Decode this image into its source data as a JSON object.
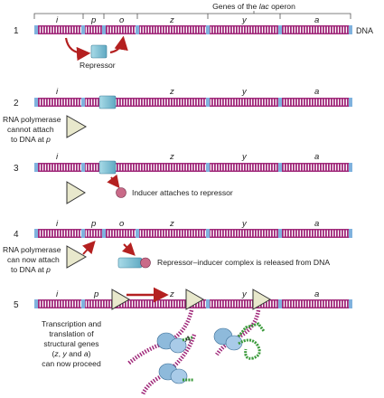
{
  "header": {
    "text_a": "Genes of the ",
    "text_lac": "lac",
    "text_b": " operon"
  },
  "dna_label": "DNA",
  "genes": {
    "i": "i",
    "p": "p",
    "o": "o",
    "z": "z",
    "y": "y",
    "a": "a"
  },
  "steps": {
    "s1": {
      "num": "1",
      "repressor": "Repressor"
    },
    "s2": {
      "num": "2",
      "rnap_l1": "RNA polymerase",
      "rnap_l2": "cannot attach",
      "rnap_l3a": "to DNA at ",
      "rnap_l3b": "p"
    },
    "s3": {
      "num": "3",
      "inducer": "Inducer attaches to repressor"
    },
    "s4": {
      "num": "4",
      "rnap_l1": "RNA polymerase",
      "rnap_l2": "can now attach",
      "rnap_l3a": "to DNA at ",
      "rnap_l3b": "p",
      "complex": "Repressor–inducer complex is released from DNA"
    },
    "s5": {
      "num": "5",
      "a_label": "A",
      "l1": "Transcription and",
      "l2": "translation of",
      "l3": "structural genes",
      "l4a": "(",
      "l4z": "z",
      "l4b": ", ",
      "l4y": "y",
      "l4c": " and ",
      "l4a2": "a",
      "l4d": ")",
      "l5": "can now proceed"
    }
  },
  "colors": {
    "dna": "#a0297a",
    "marker": "#7fb2de",
    "arrow": "#b42020",
    "repressor": "#7fc2d6",
    "inducer": "#c96a88",
    "polymerase": "#e8e8cc",
    "ribosome": "#8ebadb",
    "protein": "#3a9a3a"
  }
}
